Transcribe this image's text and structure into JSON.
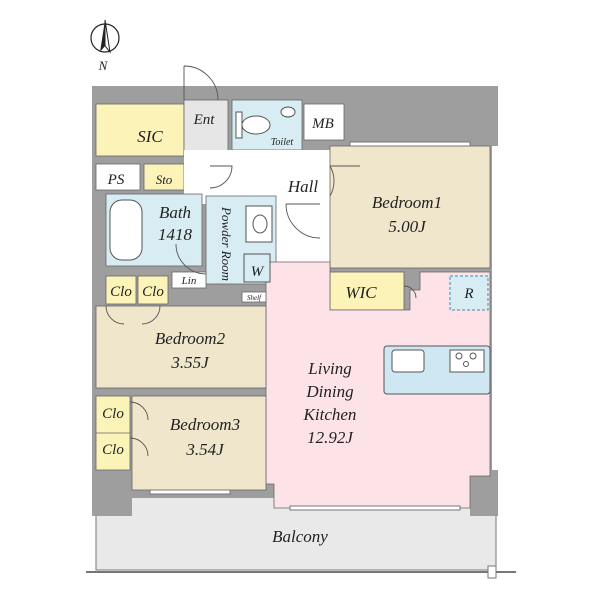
{
  "compass": {
    "label": "N"
  },
  "rooms": {
    "entrance": "Ent",
    "mb": "MB",
    "toilet": "Toilet",
    "sic": "SIC",
    "ps": "PS",
    "sto": "Sto",
    "hall": "Hall",
    "bath_name": "Bath",
    "bath_size": "1418",
    "powder_room": "Powder Room",
    "washer": "W",
    "linen": "Lin",
    "shelf": "Shelf",
    "closet": "Clo",
    "bedroom1_name": "Bedroom1",
    "bedroom1_size": "5.00J",
    "wic": "WIC",
    "refrigerator": "R",
    "bedroom2_name": "Bedroom2",
    "bedroom2_size": "3.55J",
    "bedroom3_name": "Bedroom3",
    "bedroom3_size": "3.54J",
    "ldk_line1": "Living",
    "ldk_line2": "Dining",
    "ldk_line3": "Kitchen",
    "ldk_size": "12.92J",
    "balcony": "Balcony"
  },
  "colors": {
    "wall": "#9e9e9e",
    "bedroom": "#f0e6cc",
    "storage": "#fbf3b8",
    "wet_area": "#d8ecf4",
    "ldk": "#fde3e8",
    "hall": "#ffffff",
    "balcony": "#e9e9e9"
  }
}
